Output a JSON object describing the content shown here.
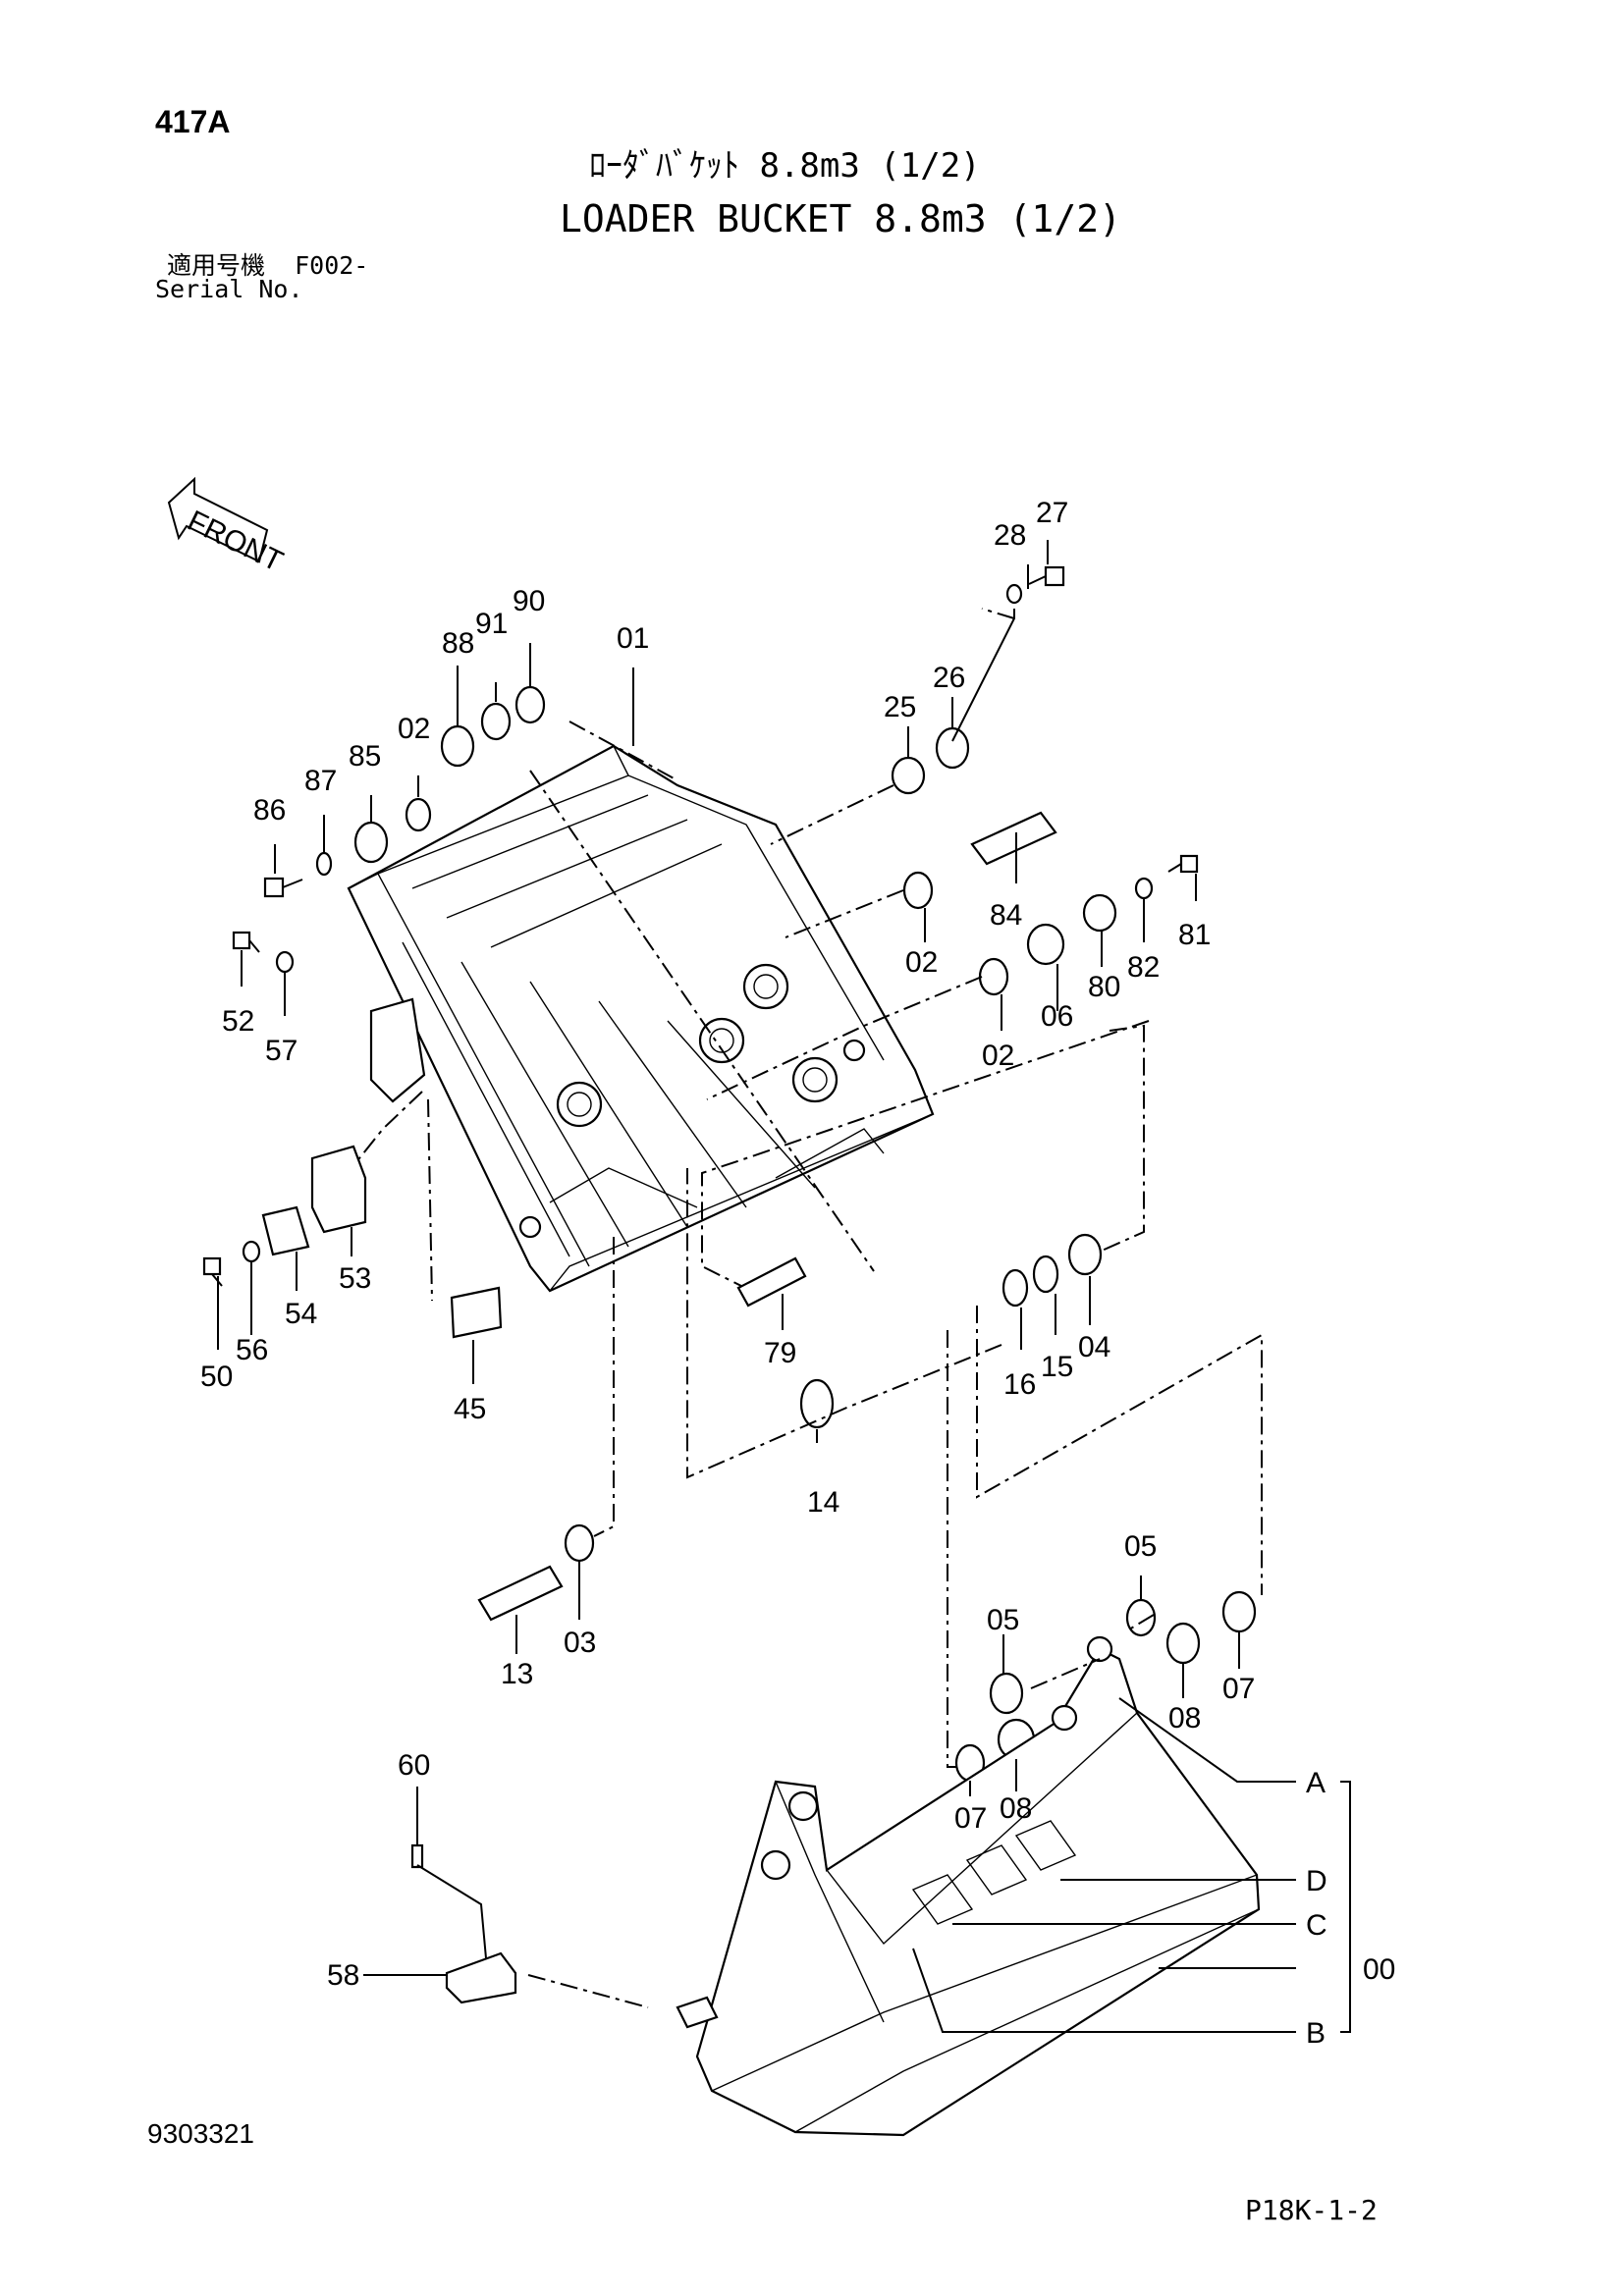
{
  "header": {
    "page_code": "417A",
    "title_jp": "ﾛｰﾀﾞﾊﾞｹｯﾄ 8.8m3 (1/2)",
    "title_en": "LOADER BUCKET 8.8m3 (1/2)",
    "serial_jp": "適用号機  F002-",
    "serial_en": "Serial No."
  },
  "front_label": "FRONT",
  "callouts": {
    "c27": "27",
    "c28": "28",
    "c90": "90",
    "c91": "91",
    "c88": "88",
    "c01": "01",
    "c25": "25",
    "c26": "26",
    "c02a": "02",
    "c85": "85",
    "c87": "87",
    "c86": "86",
    "c84": "84",
    "c81": "81",
    "c82": "82",
    "c02b": "02",
    "c80": "80",
    "c06": "06",
    "c52": "52",
    "c57": "57",
    "c02c": "02",
    "c53": "53",
    "c54": "54",
    "c79": "79",
    "c04": "04",
    "c15": "15",
    "c16": "16",
    "c50": "50",
    "c56": "56",
    "c45": "45",
    "c14": "14",
    "c05a": "05",
    "c05b": "05",
    "c03": "03",
    "c13": "13",
    "c07a": "07",
    "c08a": "08",
    "c60": "60",
    "c07b": "07",
    "c08b": "08",
    "cA": "A",
    "cD": "D",
    "c58": "58",
    "cC": "C",
    "c00": "00",
    "cB": "B"
  },
  "footer": {
    "doc_no": "9303321",
    "page_ref": "P18K-1-2"
  }
}
